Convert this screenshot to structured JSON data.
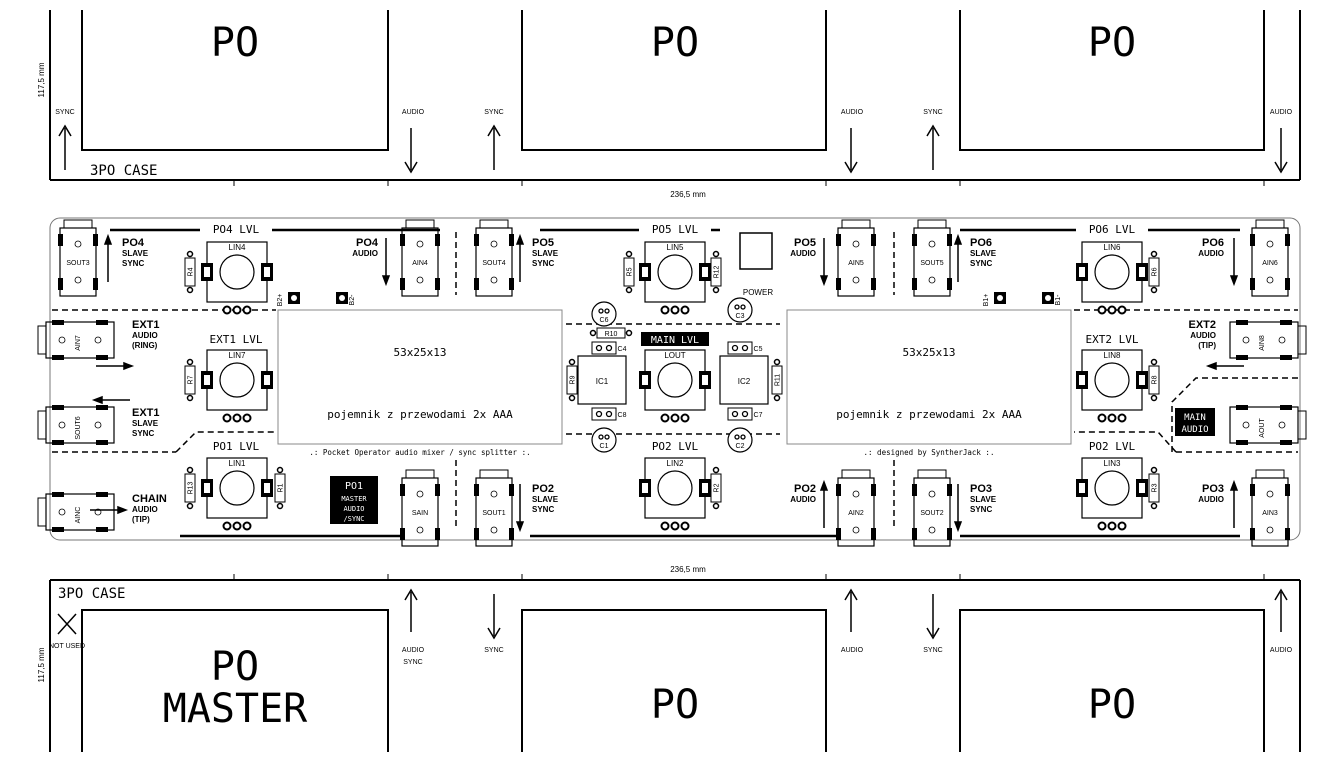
{
  "top_case": {
    "label": "3PO CASE",
    "dim_h": "117,5 mm",
    "dim_w": "236,5 mm",
    "slots": [
      {
        "title": "PO",
        "left_port": "SYNC",
        "right_port": "AUDIO"
      },
      {
        "title": "PO",
        "left_port": "SYNC",
        "right_port": "AUDIO"
      },
      {
        "title": "PO",
        "left_port": "SYNC",
        "right_port": "AUDIO"
      }
    ]
  },
  "bottom_case": {
    "label": "3PO CASE",
    "dim_h": "117,5 mm",
    "dim_w": "236,5 mm",
    "not_used": "NOT USED",
    "slots": [
      {
        "title_line1": "PO",
        "title_line2": "MASTER",
        "right_port_line1": "AUDIO",
        "right_port_line2": "SYNC"
      },
      {
        "title": "PO",
        "left_port": "SYNC",
        "right_port": "AUDIO"
      },
      {
        "title": "PO",
        "left_port": "SYNC",
        "right_port": "AUDIO"
      }
    ]
  },
  "pcb": {
    "level_labels": [
      "PO4 LVL",
      "PO5 LVL",
      "PO6 LVL",
      "EXT1 LVL",
      "MAIN LVL",
      "EXT2 LVL",
      "PO1 LVL",
      "PO2 LVL",
      "PO2 LVL"
    ],
    "pots": [
      "LIN4",
      "LIN5",
      "LIN6",
      "LIN7",
      "LOUT",
      "LIN8",
      "LIN1",
      "LIN2",
      "LIN3"
    ],
    "jacks": [
      "SOUT3",
      "AIN4",
      "SOUT4",
      "AIN5",
      "SOUT5",
      "AIN6",
      "AIN7",
      "AIN8",
      "SOUT6",
      "AOUT",
      "AINC",
      "SAIN",
      "SOUT1",
      "AIN2",
      "SOUT2",
      "AIN3"
    ],
    "resistors": [
      "R4",
      "R5",
      "R12",
      "R6",
      "R7",
      "R9",
      "R11",
      "R8",
      "R13",
      "R1",
      "R2",
      "R3",
      "R10"
    ],
    "caps": [
      "C6",
      "C3",
      "C4",
      "C5",
      "C8",
      "C7",
      "C1",
      "C2"
    ],
    "ics": [
      "IC1",
      "IC2"
    ],
    "batteries": [
      "B2+",
      "B2-",
      "B1+",
      "B1-"
    ],
    "power_label": "POWER",
    "box_label": "53x25x13",
    "box_caption": "pojemnik z przewodami 2x AAA",
    "credit_left": ".: Pocket Operator audio mixer / sync splitter :.",
    "credit_right": ".: designed by SyntherJack :.",
    "po1_badge": [
      "PO1",
      "MASTER",
      "AUDIO",
      "/SYNC"
    ],
    "main_audio_badge": [
      "MAIN",
      "AUDIO"
    ],
    "port_labels": {
      "po4_sync": [
        "PO4",
        "SLAVE",
        "SYNC"
      ],
      "po4_audio": [
        "PO4",
        "AUDIO"
      ],
      "po5_sync": [
        "PO5",
        "SLAVE",
        "SYNC"
      ],
      "po5_audio": [
        "PO5",
        "AUDIO"
      ],
      "po6_sync": [
        "PO6",
        "SLAVE",
        "SYNC"
      ],
      "po6_audio": [
        "PO6",
        "AUDIO"
      ],
      "ext1_audio": [
        "EXT1",
        "AUDIO",
        "(RING)"
      ],
      "ext1_sync": [
        "EXT1",
        "SLAVE",
        "SYNC"
      ],
      "ext2_audio": [
        "EXT2",
        "AUDIO",
        "(TIP)"
      ],
      "chain": [
        "CHAIN",
        "AUDIO",
        "(TIP)"
      ],
      "po2_sync": [
        "PO2",
        "SLAVE",
        "SYNC"
      ],
      "po2_audio": [
        "PO2",
        "AUDIO"
      ],
      "po3_sync": [
        "PO3",
        "SLAVE",
        "SYNC"
      ],
      "po3_audio": [
        "PO3",
        "AUDIO"
      ]
    }
  }
}
